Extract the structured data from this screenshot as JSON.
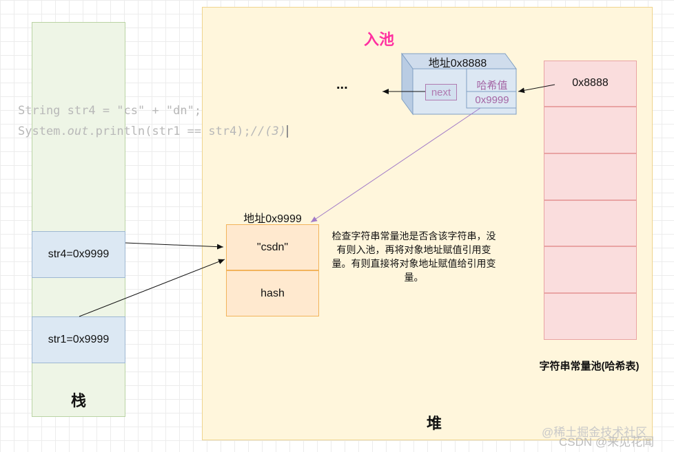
{
  "code": {
    "line1": "String str4 = \"cs\" + \"dn\";",
    "line2_prefix": "System.",
    "line2_italic": "out",
    "line2_mid": ".println(str1 == str4);",
    "line2_comment": "//(3)"
  },
  "stack": {
    "title": "栈",
    "cells": [
      "str4=0x9999",
      "str1=0x9999"
    ]
  },
  "heap": {
    "title": "堆",
    "object_address": "地址0x9999",
    "object_fields": [
      "\"csdn\"",
      "hash"
    ],
    "explanation": "检查字符串常量池是否含该字符串，没有则入池，再将对象地址赋值引用变量。有则直接将对象地址赋值给引用变量。"
  },
  "pool": {
    "title": "入池",
    "ellipsis": "...",
    "node_address": "地址0x8888",
    "next_label": "next",
    "hash_label": "哈希值",
    "hash_value": "0x9999",
    "first_slot": "0x8888",
    "table_label": "字符串常量池(哈希表)"
  },
  "watermark": {
    "line1": "@稀土掘金技术社区",
    "line2": "CSDN @来见花闻"
  },
  "colors": {
    "stack_bg": "#eef5e6",
    "heap_bg": "#fff6dc",
    "pool_bg": "#fadddd",
    "pool_title": "#ff2fa0",
    "hash_text": "#a465a4"
  }
}
